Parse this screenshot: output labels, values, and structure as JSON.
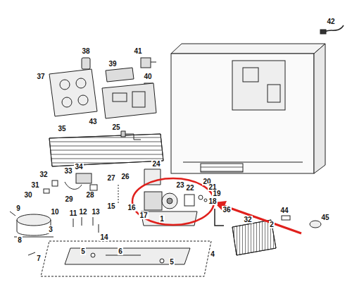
{
  "diagram": {
    "labels": [
      "42",
      "38",
      "41",
      "39",
      "37",
      "40",
      "43",
      "35",
      "25",
      "24",
      "34",
      "32",
      "33",
      "27",
      "26",
      "31",
      "28",
      "30",
      "9",
      "29",
      "15",
      "16",
      "17",
      "23",
      "22",
      "20",
      "21",
      "19",
      "18",
      "1",
      "36",
      "32",
      "2",
      "44",
      "45",
      "10",
      "11",
      "12",
      "13",
      "14",
      "8",
      "3",
      "5",
      "6",
      "5",
      "4",
      "7"
    ]
  }
}
